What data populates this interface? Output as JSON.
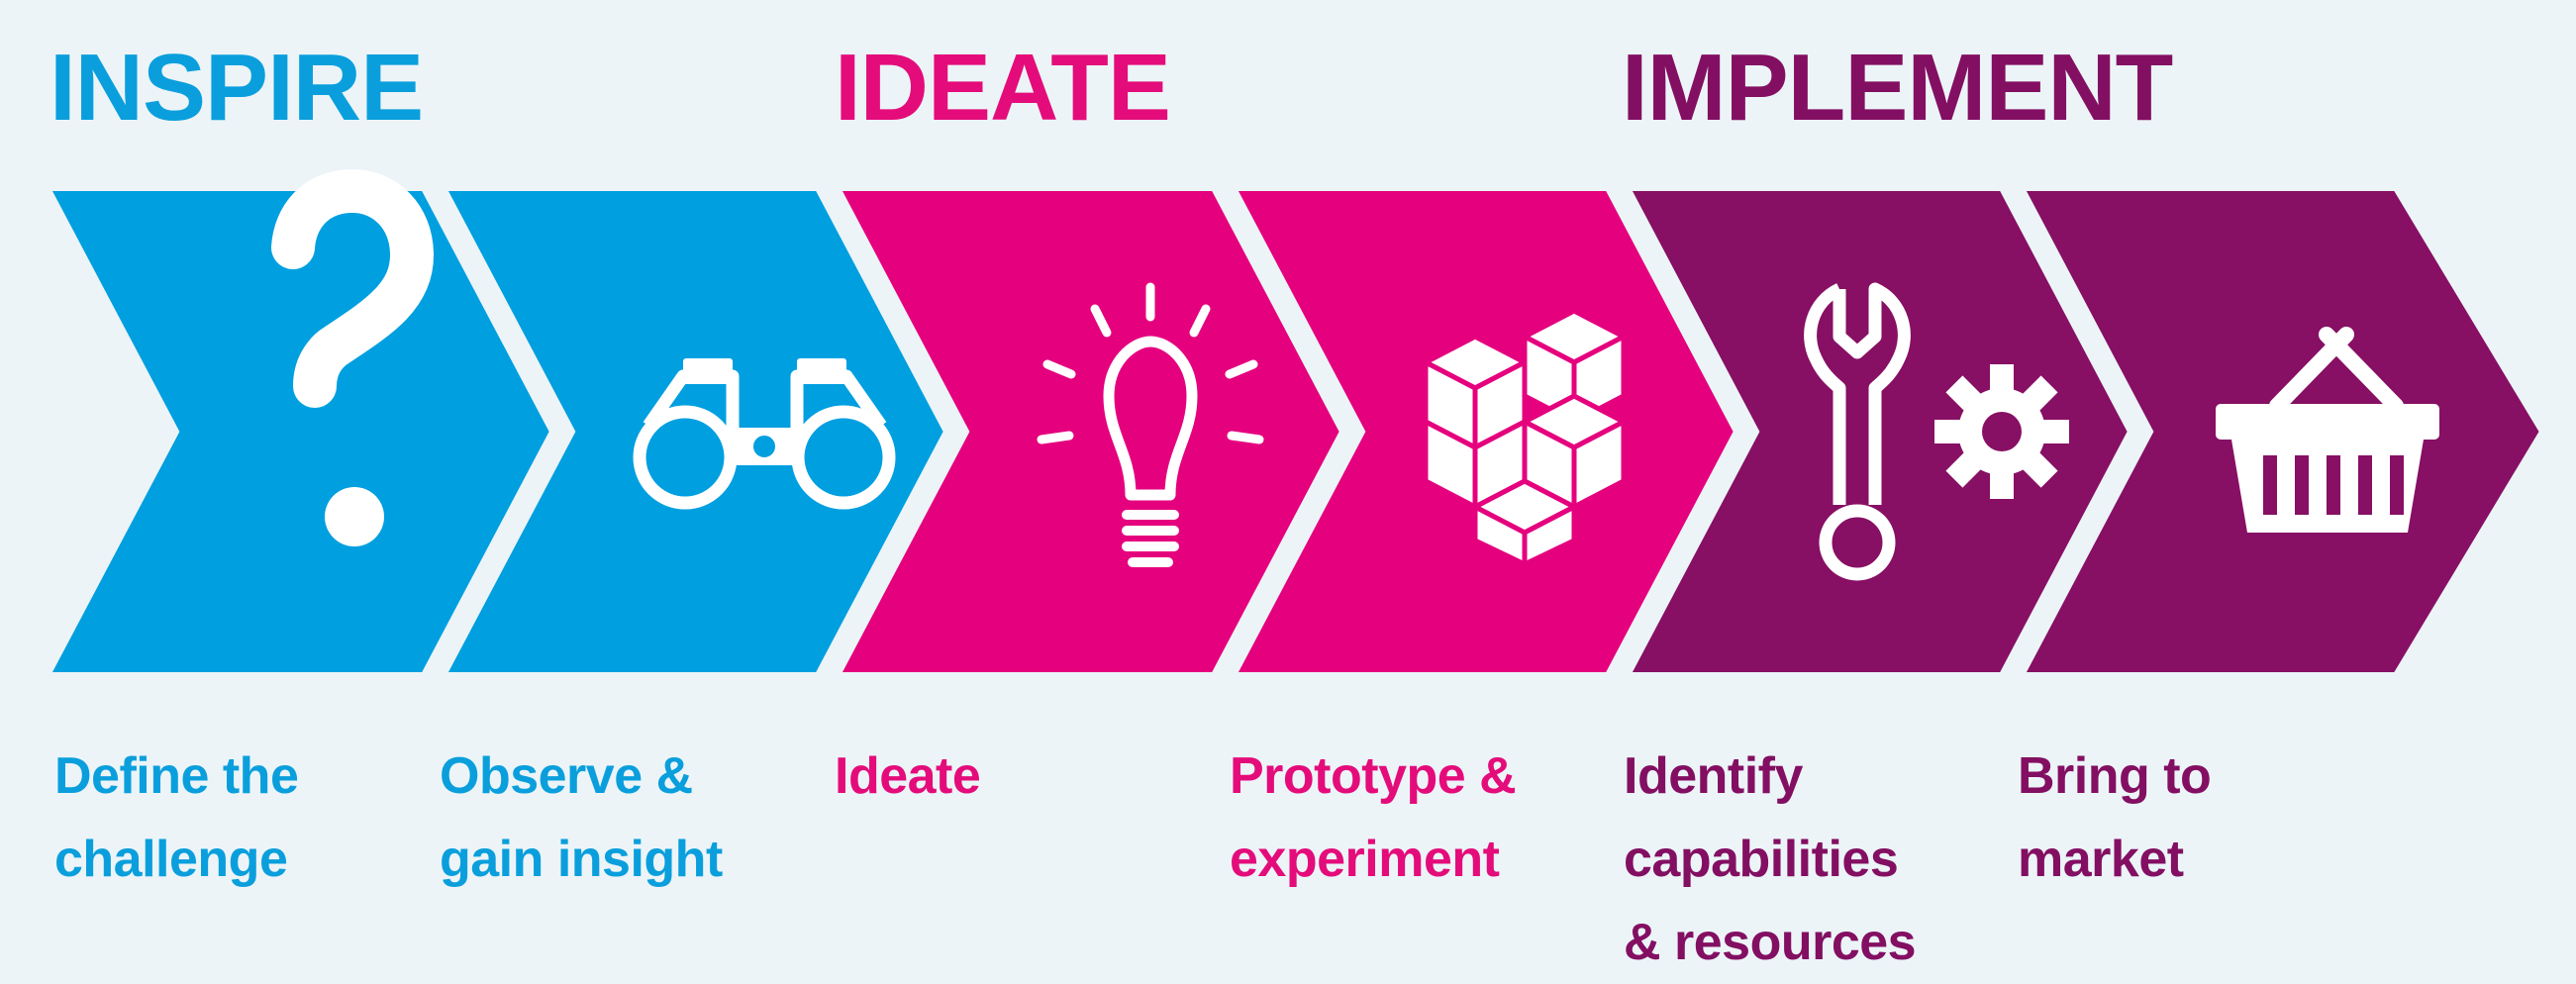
{
  "phases": [
    {
      "title": "INSPIRE",
      "color": "#0a9fdc"
    },
    {
      "title": "IDEATE",
      "color": "#e40c7a"
    },
    {
      "title": "IMPLEMENT",
      "color": "#830f62"
    }
  ],
  "steps": [
    {
      "label": "Define the\nchallenge",
      "icon": "question-mark-icon",
      "color": "#009fe0",
      "text_color": "#0a9fdc"
    },
    {
      "label": "Observe &\ngain insight",
      "icon": "binoculars-icon",
      "color": "#009fe0",
      "text_color": "#0a9fdc"
    },
    {
      "label": "Ideate",
      "icon": "lightbulb-icon",
      "color": "#e5007e",
      "text_color": "#e40c7a"
    },
    {
      "label": "Prototype &\nexperiment",
      "icon": "cubes-icon",
      "color": "#e5007e",
      "text_color": "#e40c7a"
    },
    {
      "label": "Identify\ncapabilities\n& resources",
      "icon": "wrench-gear-icon",
      "color": "#870f64",
      "text_color": "#830f62"
    },
    {
      "label": "Bring to\nmarket",
      "icon": "basket-icon",
      "color": "#870f64",
      "text_color": "#830f62"
    }
  ]
}
